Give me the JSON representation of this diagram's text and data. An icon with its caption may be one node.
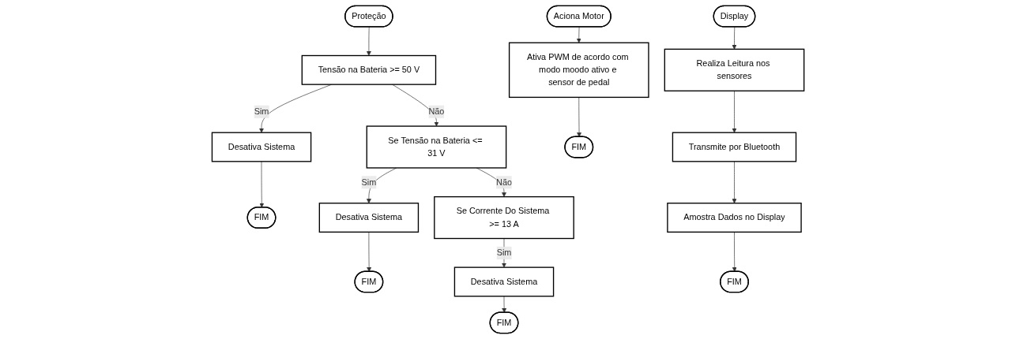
{
  "diagram": {
    "nodes": [
      {
        "text": [
          "Proteção"
        ]
      },
      {
        "text": [
          "Tensão na Bateria >= 50 V"
        ]
      },
      {
        "text": [
          "Desativa Sistema"
        ]
      },
      {
        "text": [
          "FIM"
        ]
      },
      {
        "text": [
          "Se Tensão na Bateria <= 31 V"
        ]
      },
      {
        "text": [
          "Desativa Sistema"
        ]
      },
      {
        "text": [
          "FIM"
        ]
      },
      {
        "text": [
          "Se Corrente Do Sistema >= 13 A"
        ]
      },
      {
        "text": [
          "Desativa Sistema"
        ]
      },
      {
        "text": [
          "FIM"
        ]
      },
      {
        "text": [
          "Aciona Motor"
        ]
      },
      {
        "text": [
          "Ativa PWM de acordo com modo moodo ativo e sensor de pedal"
        ]
      },
      {
        "text": [
          "FIM"
        ]
      },
      {
        "text": [
          "Display"
        ]
      },
      {
        "text": [
          "Realiza Leitura nos sensores"
        ]
      },
      {
        "text": [
          "Transmite por Bluetooth"
        ]
      },
      {
        "text": [
          "Amostra Dados no Display"
        ]
      },
      {
        "text": [
          "FIM"
        ]
      }
    ],
    "edges": [
      {
        "from": 0,
        "to": 1,
        "arrow": "to"
      },
      {
        "from": 1,
        "to": 2,
        "arrow": "to",
        "label": "Sim"
      },
      {
        "from": 2,
        "to": 3,
        "arrow": "to"
      },
      {
        "from": 1,
        "to": 4,
        "arrow": "to",
        "label": "Não"
      },
      {
        "from": 4,
        "to": 5,
        "arrow": "to",
        "label": "Sim"
      },
      {
        "from": 5,
        "to": 6,
        "arrow": "to"
      },
      {
        "from": 4,
        "to": 7,
        "arrow": "to",
        "label": "Não"
      },
      {
        "from": 7,
        "to": 8,
        "arrow": "to",
        "label": "Sim"
      },
      {
        "from": 8,
        "to": 9,
        "arrow": "to"
      },
      {
        "from": 10,
        "to": 11,
        "arrow": "to"
      },
      {
        "from": 11,
        "to": 12,
        "arrow": "to"
      },
      {
        "from": 13,
        "to": 14,
        "arrow": "to"
      },
      {
        "from": 14,
        "to": 15,
        "arrow": "to"
      },
      {
        "from": 15,
        "to": 16,
        "arrow": "to"
      },
      {
        "from": 16,
        "to": 17,
        "arrow": "to"
      }
    ]
  }
}
